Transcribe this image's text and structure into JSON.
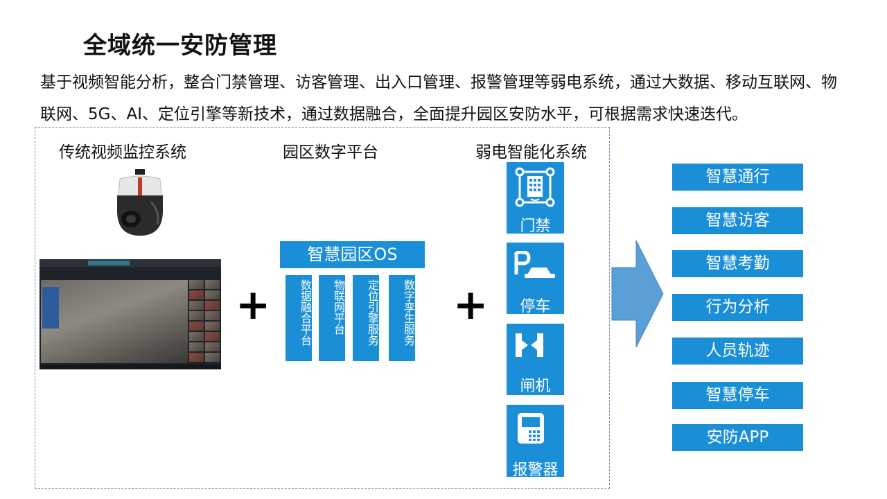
{
  "page": {
    "title": "全域统一安防管理",
    "description": "基于视频智能分析，整合门禁管理、访客管理、出入口管理、报警管理等弱电系统，通过大数据、移动互联网、物联网、5G、AI、定位引擎等新技术，通过数据融合，全面提升园区安防水平，可根据需求快速迭代。"
  },
  "sections": {
    "video": {
      "title": "传统视频监控系统"
    },
    "platform": {
      "title": "园区数字平台"
    },
    "weak_current": {
      "title": "弱电智能化系统"
    }
  },
  "operators": {
    "plus": "+"
  },
  "platform": {
    "os_label": "智慧园区OS",
    "services": [
      "数据融合平台",
      "物联网平台",
      "定位引擎服务",
      "数字孪生服务"
    ]
  },
  "weak_current_tiles": [
    {
      "label": "门禁",
      "icon": "access-control-icon"
    },
    {
      "label": "停车",
      "icon": "parking-icon"
    },
    {
      "label": "闸机",
      "icon": "turnstile-icon"
    },
    {
      "label": "报警器",
      "icon": "alarm-panel-icon"
    }
  ],
  "outcomes": [
    "智慧通行",
    "智慧访客",
    "智慧考勤",
    "行为分析",
    "人员轨迹",
    "智慧停车",
    "安防APP"
  ],
  "colors": {
    "primary_blue": "#1a8fd8",
    "arrow_blue": "#5a9fd6",
    "frame_border": "#6a86a8"
  }
}
